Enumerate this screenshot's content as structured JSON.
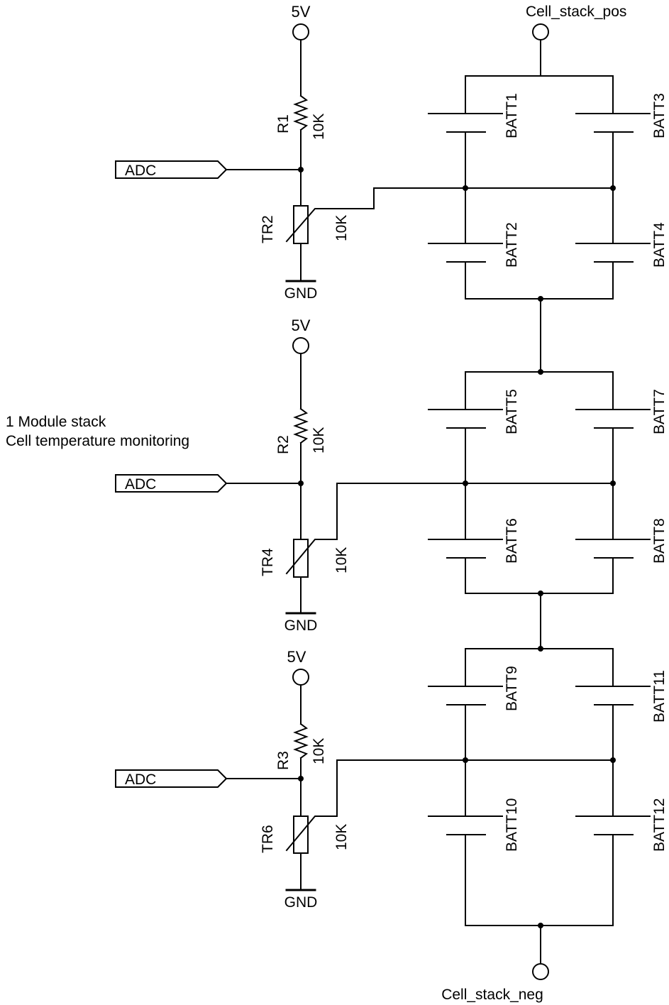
{
  "note": {
    "line1": "1 Module stack",
    "line2": "Cell temperature monitoring"
  },
  "nets": {
    "supply": "5V",
    "ground": "GND",
    "adc": "ADC",
    "stack_pos": "Cell_stack_pos",
    "stack_neg": "Cell_stack_neg"
  },
  "modules": [
    {
      "resistor": {
        "ref": "R1",
        "value": "10K"
      },
      "thermistor": {
        "ref": "TR2",
        "value": "10K"
      },
      "cells": {
        "top_left": "BATT1",
        "bottom_left": "BATT2",
        "top_right": "BATT3",
        "bottom_right": "BATT4"
      }
    },
    {
      "resistor": {
        "ref": "R2",
        "value": "10K"
      },
      "thermistor": {
        "ref": "TR4",
        "value": "10K"
      },
      "cells": {
        "top_left": "BATT5",
        "bottom_left": "BATT6",
        "top_right": "BATT7",
        "bottom_right": "BATT8"
      }
    },
    {
      "resistor": {
        "ref": "R3",
        "value": "10K"
      },
      "thermistor": {
        "ref": "TR6",
        "value": "10K"
      },
      "cells": {
        "top_left": "BATT9",
        "bottom_left": "BATT10",
        "top_right": "BATT11",
        "bottom_right": "BATT12"
      }
    }
  ]
}
